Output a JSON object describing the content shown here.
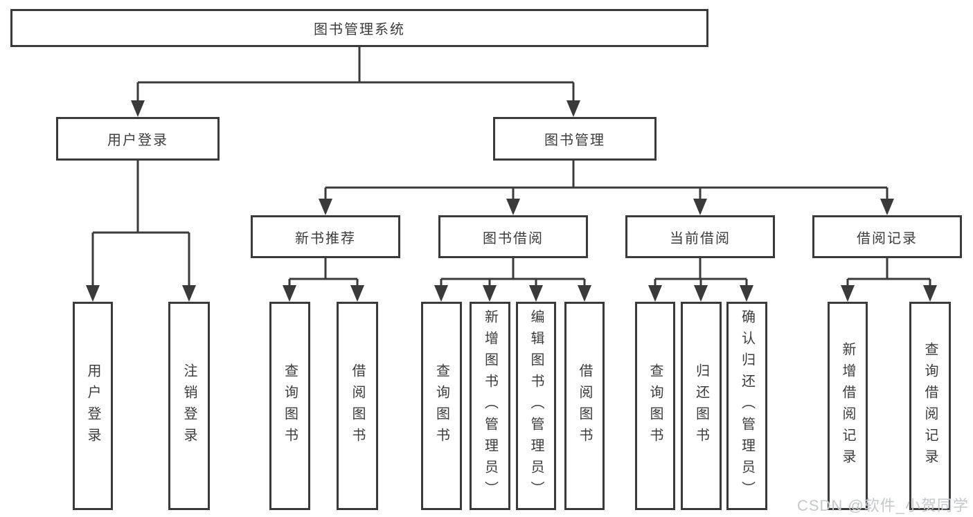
{
  "root": {
    "label": "图书管理系统"
  },
  "level2": {
    "user_login": {
      "label": "用户登录"
    },
    "book_mgmt": {
      "label": "图书管理"
    }
  },
  "level3": {
    "new_books": {
      "label": "新书推荐"
    },
    "book_borrow": {
      "label": "图书借阅"
    },
    "current_borrow": {
      "label": "当前借阅"
    },
    "borrow_records": {
      "label": "借阅记录"
    }
  },
  "leaves": {
    "user_login": [
      {
        "label": "用户登录"
      },
      {
        "label": "注销登录"
      }
    ],
    "new_books": [
      {
        "label": "查询图书"
      },
      {
        "label": "借阅图书"
      }
    ],
    "book_borrow": [
      {
        "label": "查询图书"
      },
      {
        "label": "新增图书（管理员）"
      },
      {
        "label": "编辑图书（管理员）"
      },
      {
        "label": "借阅图书"
      }
    ],
    "current_borrow": [
      {
        "label": "查询图书"
      },
      {
        "label": "归还图书"
      },
      {
        "label": "确认归还（管理员）"
      }
    ],
    "borrow_records": [
      {
        "label": "新增借阅记录"
      },
      {
        "label": "查询借阅记录"
      }
    ]
  },
  "watermark": {
    "text": "CSDN @软件_小贺同学"
  },
  "colors": {
    "line": "#3a3a3a",
    "text": "#3c3c3c",
    "background": "#ffffff",
    "watermark": "#c5c8ca"
  }
}
